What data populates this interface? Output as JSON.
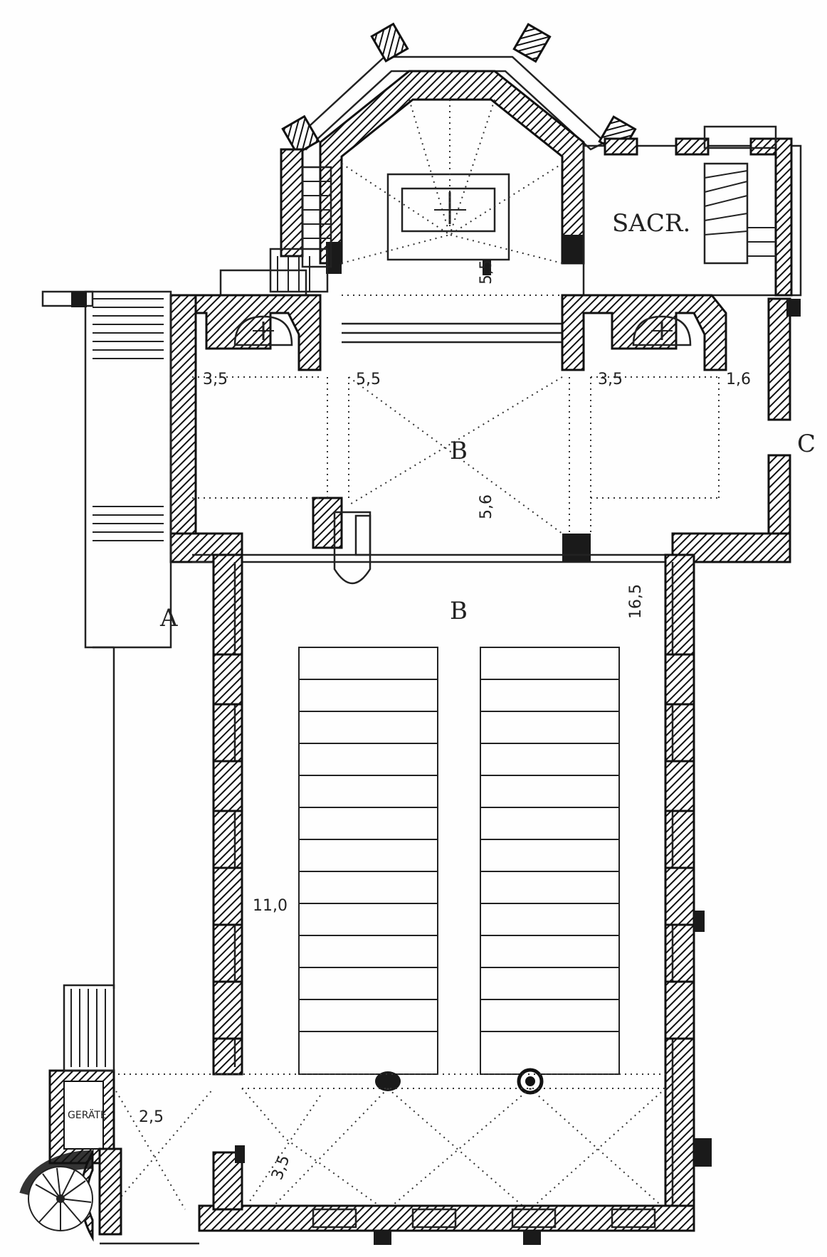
{
  "labels": {
    "sacristy": "SACR.",
    "area_a": "A",
    "area_b_upper": "B",
    "area_b_lower": "B",
    "area_c": "C",
    "storage": "GERÄTE"
  },
  "dimensions": {
    "left_chapel_width": "3,5",
    "crossing_left": "5,5",
    "right_chapel_width": "3,5",
    "right_wall": "1,6",
    "crossing_depth": "5,6",
    "chancel_step": "5,5",
    "nave_length": "16,5",
    "nave_width": "11,0",
    "storage_width": "2,5",
    "narthex_depth": "3,5"
  },
  "colors": {
    "ink": "#1a1a1a",
    "paper": "#fefefe"
  }
}
